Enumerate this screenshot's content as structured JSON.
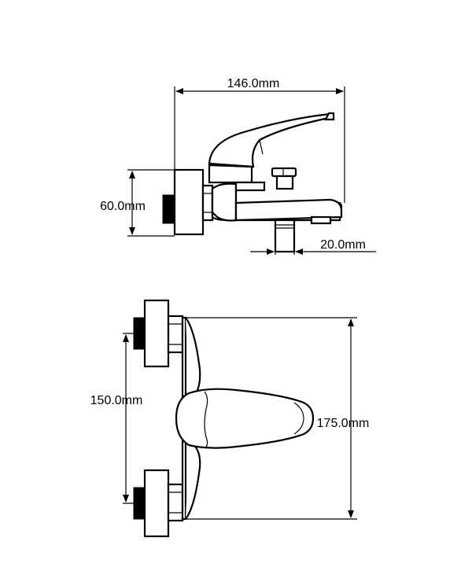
{
  "dimensions": {
    "width_146": "146.0mm",
    "height_60": "60.0mm",
    "spout_20": "20.0mm",
    "centers_150": "150.0mm",
    "depth_175": "175.0mm"
  },
  "colors": {
    "line": "#000000",
    "background": "#ffffff"
  }
}
